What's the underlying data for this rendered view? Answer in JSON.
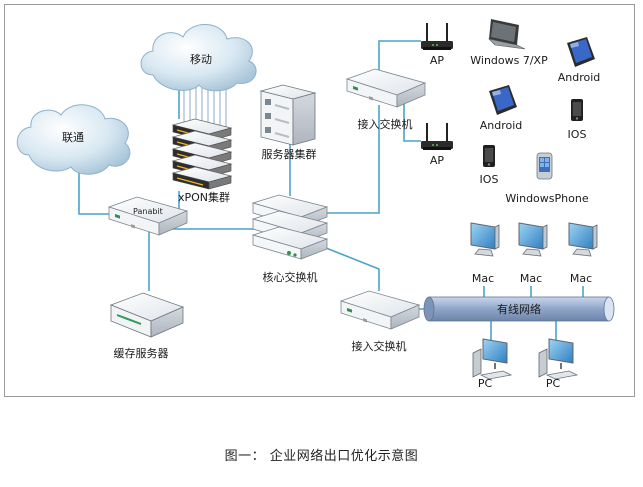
{
  "diagram": {
    "clouds": {
      "mobile": "移动",
      "unicom": "联通"
    },
    "devices": {
      "xpon": "xPON集群",
      "server_cluster": "服务器集群",
      "access_switch_top": "接入交换机",
      "access_switch_bottom": "接入交换机",
      "panabit": "Panabit",
      "core_switch": "核心交换机",
      "cache_server": "缓存服务器",
      "ap_1": "AP",
      "ap_2": "AP",
      "wired_network": "有线网络"
    },
    "clients": {
      "laptop": "Windows 7/XP",
      "android_1": "Android",
      "android_2": "Android",
      "ios_1": "IOS",
      "ios_2": "IOS",
      "windows_phone": "WindowsPhone",
      "mac_1": "Mac",
      "mac_2": "Mac",
      "mac_3": "Mac",
      "pc_1": "PC",
      "pc_2": "PC"
    },
    "colors": {
      "link": "#4aa3c8",
      "cloud": "#cfe3ef",
      "device_body": "#eef1f4",
      "bus": "#8fa5c8"
    }
  },
  "caption": "图一： 企业网络出口优化示意图"
}
